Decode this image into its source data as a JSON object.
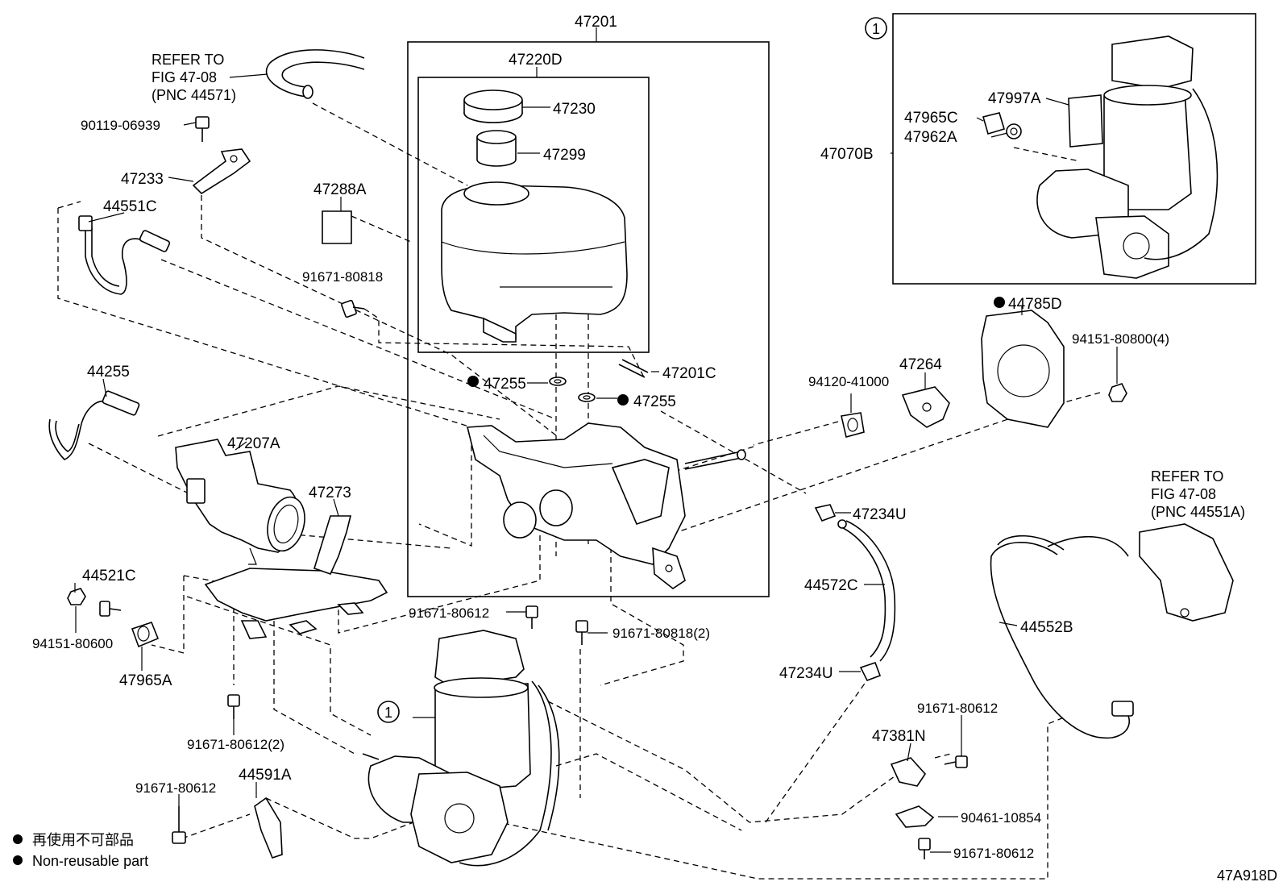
{
  "labels": {
    "p47201": "47201",
    "p47220D": "47220D",
    "p47230": "47230",
    "p47299": "47299",
    "p47288A": "47288A",
    "p91671_80818_a": "91671-80818",
    "p47255_a": "47255",
    "p47255_b": "47255",
    "p47201C": "47201C",
    "p90119_06939": "90119-06939",
    "p47233": "47233",
    "p44551C": "44551C",
    "p44255": "44255",
    "p47207A": "47207A",
    "p47273": "47273",
    "p44521C": "44521C",
    "p94151_80600": "94151-80600",
    "p47965A": "47965A",
    "p91671_80612_2": "91671-80612(2)",
    "p91671_80612_a": "91671-80612",
    "p91671_80818_2": "91671-80818(2)",
    "p91671_80612_b": "91671-80612",
    "p44591A": "44591A",
    "p47234U_a": "47234U",
    "p44572C": "44572C",
    "p47234U_b": "47234U",
    "p94120_41000": "94120-41000",
    "p47264": "47264",
    "p44785D": "44785D",
    "p94151_80800": "94151-80800(4)",
    "p44552B": "44552B",
    "p91671_80612_c": "91671-80612",
    "p47381N": "47381N",
    "p90461_10854": "90461-10854",
    "p91671_80612_d": "91671-80612",
    "p47070B": "47070B",
    "p47997A": "47997A",
    "p47965C": "47965C",
    "p47962A": "47962A",
    "callout_1": "1",
    "callout_2": "1"
  },
  "refer_top": [
    "REFER TO",
    "FIG 47-08",
    "(PNC 44571)"
  ],
  "refer_right": [
    "REFER TO",
    "FIG 47-08",
    "(PNC 44551A)"
  ],
  "legend": [
    "再使用不可部品",
    "Non-reusable part"
  ],
  "diagram_code": "47A918D"
}
